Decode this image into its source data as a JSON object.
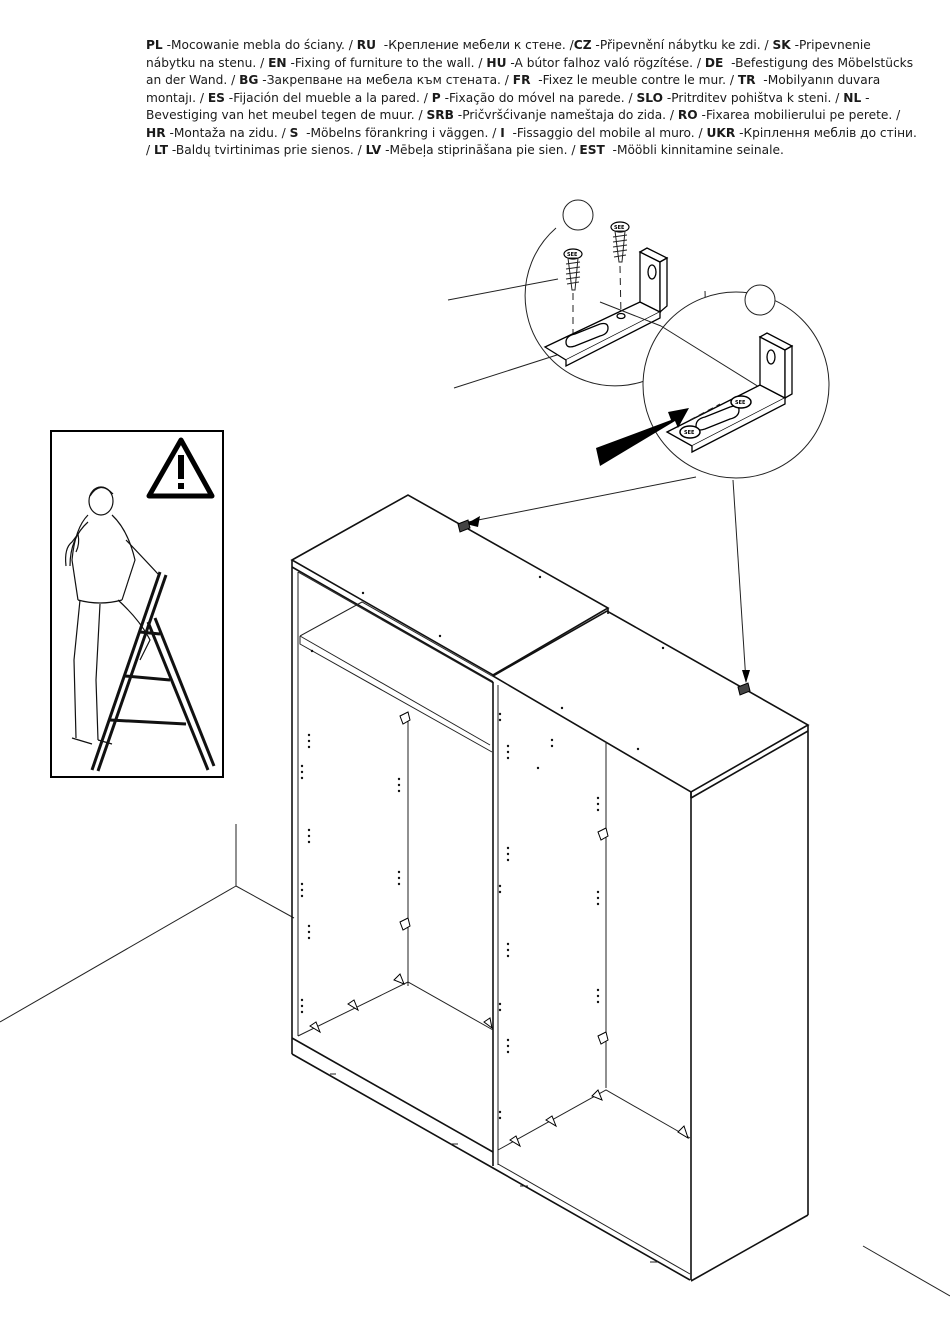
{
  "instructions": [
    {
      "code": "PL",
      "sep": " -",
      "text": "Mocowanie mebla do ściany. / "
    },
    {
      "code": "RU",
      "sep": "  -",
      "text": "Крепление мебели к стене. /"
    },
    {
      "code": "CZ",
      "sep": " -",
      "text": "Připevnění nábytku ke zdi. / "
    },
    {
      "code": "SK",
      "sep": " -",
      "text": "Pripevnenie nábytku na stenu. / "
    },
    {
      "code": "EN",
      "sep": " -",
      "text": "Fixing of furniture to the wall. / "
    },
    {
      "code": "HU",
      "sep": " -",
      "text": "A bútor falhoz való rögzítése. / "
    },
    {
      "code": "DE",
      "sep": "  -",
      "text": "Befestigung des Möbelstücks an der Wand. / "
    },
    {
      "code": "BG",
      "sep": " -",
      "text": "Закрепване на мебела към стената. / "
    },
    {
      "code": "FR",
      "sep": "  -",
      "text": "Fixez le meuble contre le mur. / "
    },
    {
      "code": "TR",
      "sep": "  -",
      "text": "Mobilyanın duvara montajı. / "
    },
    {
      "code": "ES",
      "sep": " -",
      "text": "Fijación del mueble a la pared. / "
    },
    {
      "code": "P",
      "sep": " -",
      "text": "Fixação do móvel na parede. /  "
    },
    {
      "code": "SLO",
      "sep": " -",
      "text": "Pritrditev pohištva k steni. / "
    },
    {
      "code": "NL",
      "sep": " -",
      "text": "Bevestiging van het meubel tegen de muur. / "
    },
    {
      "code": "SRB",
      "sep": " -",
      "text": "Pričvršćivanje nameštaja do zida. / "
    },
    {
      "code": "RO",
      "sep": " -",
      "text": "Fixarea mobilierului pe perete. / "
    },
    {
      "code": "HR",
      "sep": " -",
      "text": "Montaža na zidu. / "
    },
    {
      "code": "S",
      "sep": "  -",
      "text": "Möbelns förankring i väggen. / "
    },
    {
      "code": "I",
      "sep": "  -",
      "text": "Fissaggio del mobile al muro. / "
    },
    {
      "code": "UKR",
      "sep": " -",
      "text": "Кріплення меблів до стіни. / "
    },
    {
      "code": "LT",
      "sep": " -",
      "text": "Baldų tvirtinimas prie sienos. / "
    },
    {
      "code": "LV",
      "sep": " -",
      "text": "Mēbeļa stiprināšana pie sien. / "
    },
    {
      "code": "EST",
      "sep": "  -",
      "text": "Mööbli kinnitamine seinale."
    }
  ],
  "screw_label": "SEE",
  "icons": {
    "warning": "warning-triangle-icon",
    "arrow": "insert-direction-arrow-icon"
  }
}
